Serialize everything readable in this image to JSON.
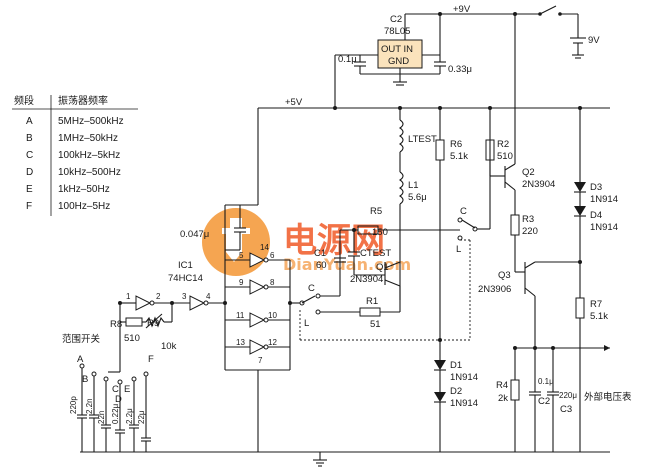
{
  "supply": {
    "plus9v": "+9V",
    "battery": "9V",
    "plus5v": "+5V"
  },
  "regulator": {
    "ref": "C2",
    "part": "78L05",
    "out_in": "OUT IN",
    "gnd": "GND",
    "cap_left": "0.1μ",
    "cap_right": "0.33μ"
  },
  "range_table": {
    "headers": [
      "频段",
      "振荡器频率"
    ],
    "rows": [
      [
        "A",
        "5MHz–500kHz"
      ],
      [
        "B",
        "1MHz–50kHz"
      ],
      [
        "C",
        "100kHz–5kHz"
      ],
      [
        "D",
        "10kHz–500Hz"
      ],
      [
        "E",
        "1kHz–50Hz"
      ],
      [
        "F",
        "100Hz–5Hz"
      ]
    ]
  },
  "ic1": {
    "ref": "IC1",
    "part": "74HC14",
    "pins": [
      "1",
      "2",
      "3",
      "4",
      "5",
      "6",
      "9",
      "8",
      "11",
      "10",
      "13",
      "12",
      "7",
      "14"
    ]
  },
  "components": {
    "r8": "R8",
    "r8_val": "510",
    "r9": "R9",
    "r9_val": "10k",
    "c_top": "0.047μ",
    "c1": "C1",
    "c1_val": "60",
    "c_test": "CTEST",
    "r5": "R5",
    "r5_val": "150",
    "r1": "R1",
    "r1_val": "51",
    "q1": "Q1",
    "q1_part": "2N3904",
    "l_test": "LTEST",
    "l1": "L1",
    "l1_val": "5.6μ",
    "r6": "R6",
    "r6_val": "5.1k",
    "r2": "R2",
    "r2_val": "510",
    "q2": "Q2",
    "q2_part": "2N3904",
    "r3": "R3",
    "r3_val": "220",
    "q3": "Q3",
    "q3_part": "2N3906",
    "d1": "D1",
    "d1_part": "1N914",
    "d2": "D2",
    "d2_part": "1N914",
    "d3": "D3",
    "d3_part": "1N914",
    "d4": "D4",
    "d4_part": "1N914",
    "r7": "R7",
    "r7_val": "5.1k",
    "r4": "R4",
    "r4_val": "2k",
    "c2b": "C2",
    "c2b_val": "0.1μ",
    "c3": "C3",
    "c3_val": "220μ"
  },
  "switches": {
    "sw_c": "C",
    "sw_l": "L",
    "sw2_c": "C",
    "sw2_l": "L",
    "range_switch": "范围开关",
    "positions": [
      "A",
      "B",
      "C",
      "D",
      "E",
      "F"
    ],
    "range_caps": [
      "220p",
      "2.2n",
      "22n",
      "0.22μ",
      "2.2μ",
      "22μ"
    ]
  },
  "meter": "外部电压表",
  "watermark": {
    "brand": "电源网",
    "url": "DianYuan.com"
  }
}
